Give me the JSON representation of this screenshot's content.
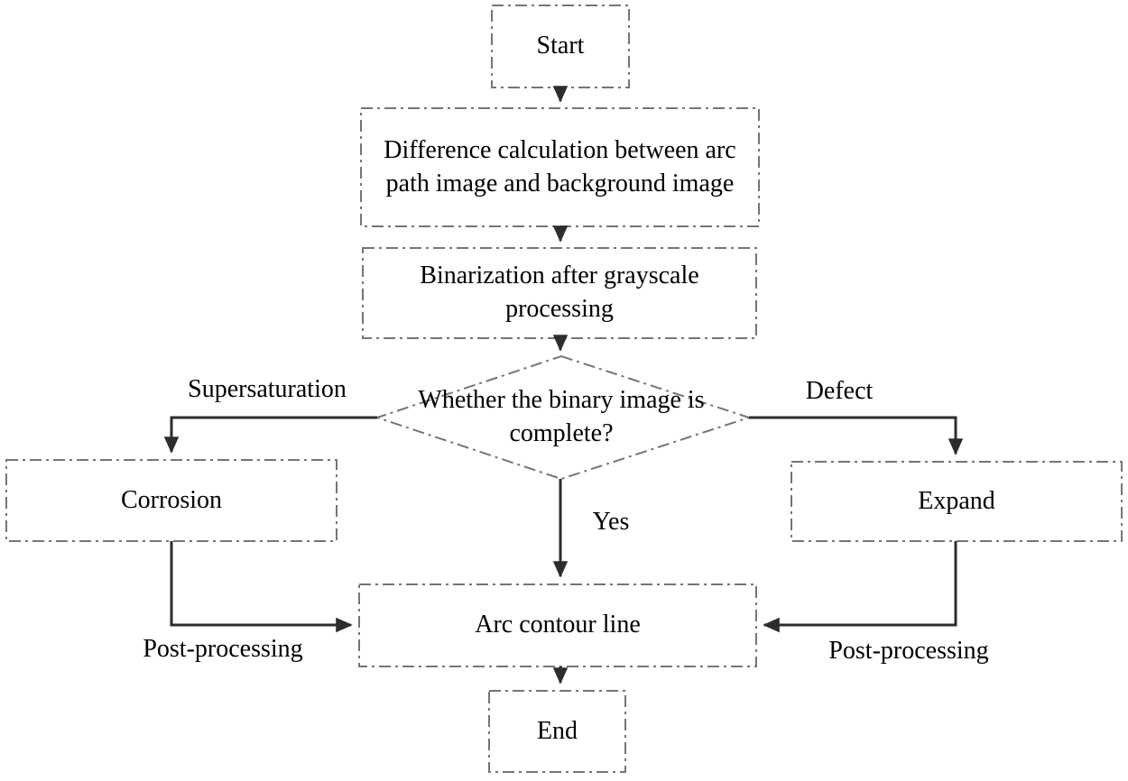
{
  "diagram": {
    "type": "flowchart",
    "nodes": {
      "start": {
        "label": "Start",
        "shape": "rect"
      },
      "difference": {
        "label": "Difference calculation between arc path image and background image",
        "shape": "rect"
      },
      "binarization": {
        "label": "Binarization after grayscale processing",
        "shape": "rect"
      },
      "decision": {
        "label": "Whether the binary image is complete?",
        "shape": "diamond"
      },
      "corrosion": {
        "label": "Corrosion",
        "shape": "rect"
      },
      "expand": {
        "label": "Expand",
        "shape": "rect"
      },
      "arc_contour": {
        "label": "Arc contour line",
        "shape": "rect"
      },
      "end": {
        "label": "End",
        "shape": "rect"
      }
    },
    "edges": [
      {
        "from": "start",
        "to": "difference",
        "label": ""
      },
      {
        "from": "difference",
        "to": "binarization",
        "label": ""
      },
      {
        "from": "binarization",
        "to": "decision",
        "label": ""
      },
      {
        "from": "decision",
        "to": "corrosion",
        "label": "Supersaturation"
      },
      {
        "from": "decision",
        "to": "expand",
        "label": "Defect"
      },
      {
        "from": "decision",
        "to": "arc_contour",
        "label": "Yes"
      },
      {
        "from": "corrosion",
        "to": "arc_contour",
        "label": "Post-processing"
      },
      {
        "from": "expand",
        "to": "arc_contour",
        "label": "Post-processing"
      },
      {
        "from": "arc_contour",
        "to": "end",
        "label": ""
      }
    ],
    "edge_labels": {
      "supersaturation": "Supersaturation",
      "defect": "Defect",
      "yes": "Yes",
      "post_processing_left": "Post-processing",
      "post_processing_right": "Post-processing"
    },
    "colors": {
      "border": "#757575",
      "arrow": "#2d2d2d",
      "text": "#000000",
      "background": "#ffffff"
    }
  }
}
